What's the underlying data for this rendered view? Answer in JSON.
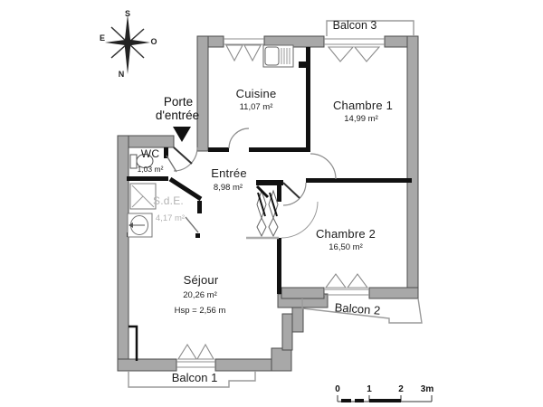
{
  "compass": {
    "north": "N",
    "south": "S",
    "east": "E",
    "west": "O"
  },
  "entrance": {
    "label_line1": "Porte",
    "label_line2": "d'entrée"
  },
  "rooms": {
    "cuisine": {
      "name": "Cuisine",
      "area": "11,07 m²"
    },
    "chambre1": {
      "name": "Chambre 1",
      "area": "14,99 m²"
    },
    "entree": {
      "name": "Entrée",
      "area": "8,98 m²"
    },
    "chambre2": {
      "name": "Chambre 2",
      "area": "16,50 m²"
    },
    "sejour": {
      "name": "Séjour",
      "area": "20,26 m²",
      "ceiling_height": "Hsp = 2,56 m"
    },
    "wc": {
      "name": "WC",
      "area": "1,03 m²"
    },
    "sde": {
      "name": "S.d.E.",
      "area": "4,17 m²"
    }
  },
  "balconies": {
    "balcon1": "Balcon 1",
    "balcon2": "Balcon 2",
    "balcon3": "Balcon 3"
  },
  "scale_bar": {
    "tick0": "0",
    "tick1": "1",
    "tick2": "2",
    "tick3": "3m"
  },
  "colors": {
    "wall_fill": "#a8a8a8",
    "wall_stroke": "#4d4d4d",
    "partition": "#111111",
    "thin_line": "#8c8c8c",
    "muted_text": "#b3b3b3"
  }
}
